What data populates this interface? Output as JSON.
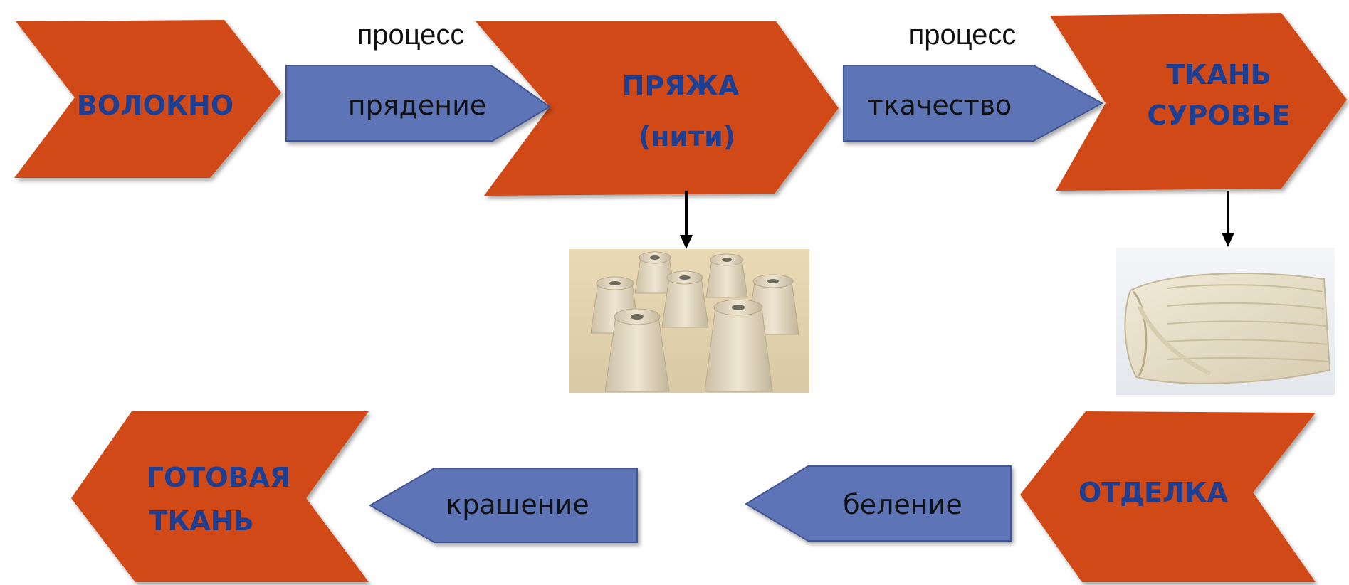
{
  "colors": {
    "stage_fill": "#d04a18",
    "stage_text": "#1c3f93",
    "process_fill": "#5d74b6",
    "process_text": "#111111",
    "arrow": "#000000"
  },
  "stages": {
    "fiber": "ВОЛОКНО",
    "yarn_line1": "ПРЯЖА",
    "yarn_line2": "(нити)",
    "greige_line1": "ТКАНЬ",
    "greige_line2": "СУРОВЬЕ",
    "finishing": "ОТДЕЛКА",
    "finished_line1": "ГОТОВАЯ",
    "finished_line2": "ТКАНЬ"
  },
  "processes": {
    "caption_1": "процесс",
    "caption_2": "процесс",
    "spinning": "прядение",
    "weaving": "ткачество",
    "bleaching": "беление",
    "dyeing": "крашение"
  },
  "images": {
    "yarn": "yarn-cones-photo",
    "greige": "greige-fabric-roll-photo"
  }
}
